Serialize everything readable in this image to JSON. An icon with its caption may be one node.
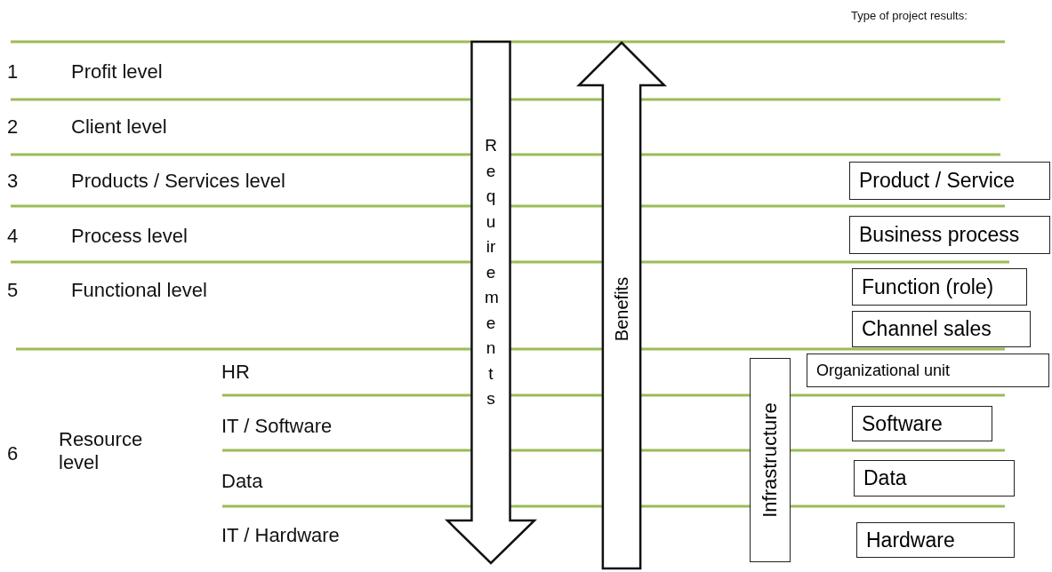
{
  "diagram": {
    "nodes": [
      {
        "text": [
          "Requirements"
        ]
      },
      {
        "text": [
          "Benefits"
        ]
      },
      {
        "text": [
          "Infrastructure"
        ]
      },
      {
        "text": [
          "Product / Service"
        ]
      },
      {
        "text": [
          "Business process"
        ]
      },
      {
        "text": [
          "Function (role)"
        ]
      },
      {
        "text": [
          "Channel sales"
        ]
      },
      {
        "text": [
          "Organizational unit"
        ]
      },
      {
        "text": [
          "Software"
        ]
      },
      {
        "text": [
          "Data"
        ]
      },
      {
        "text": [
          "Hardware"
        ]
      }
    ],
    "edges": [],
    "labels": [
      "Type of project results:",
      "1",
      "Profit level",
      "2",
      "Client level",
      "3",
      "Products / Services level",
      "4",
      "Process level",
      "5",
      "Functional level",
      "6",
      "Resource level",
      "HR",
      "IT / Software",
      "Data",
      "IT / Hardware"
    ]
  }
}
